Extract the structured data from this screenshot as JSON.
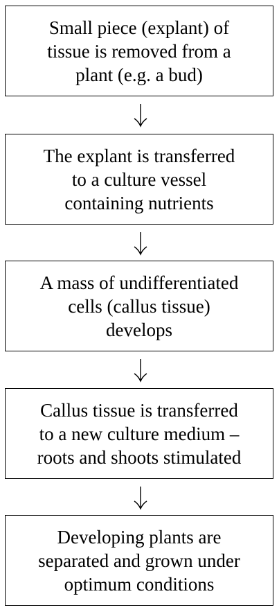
{
  "steps": [
    {
      "line1": "Small piece (explant) of",
      "line2": "tissue is removed from a",
      "line3": "plant (e.g. a bud)"
    },
    {
      "line1": "The explant is transferred",
      "line2": "to a culture vessel",
      "line3": "containing nutrients"
    },
    {
      "line1": "A mass of undifferentiated",
      "line2": "cells (callus tissue)",
      "line3": "develops"
    },
    {
      "line1": "Callus tissue is transferred",
      "line2": "to a new culture medium –",
      "line3": "roots and shoots stimulated"
    },
    {
      "line1": "Developing plants are",
      "line2": "separated and grown under",
      "line3": "optimum conditions"
    }
  ],
  "arrow_icon": "down-arrow-icon"
}
